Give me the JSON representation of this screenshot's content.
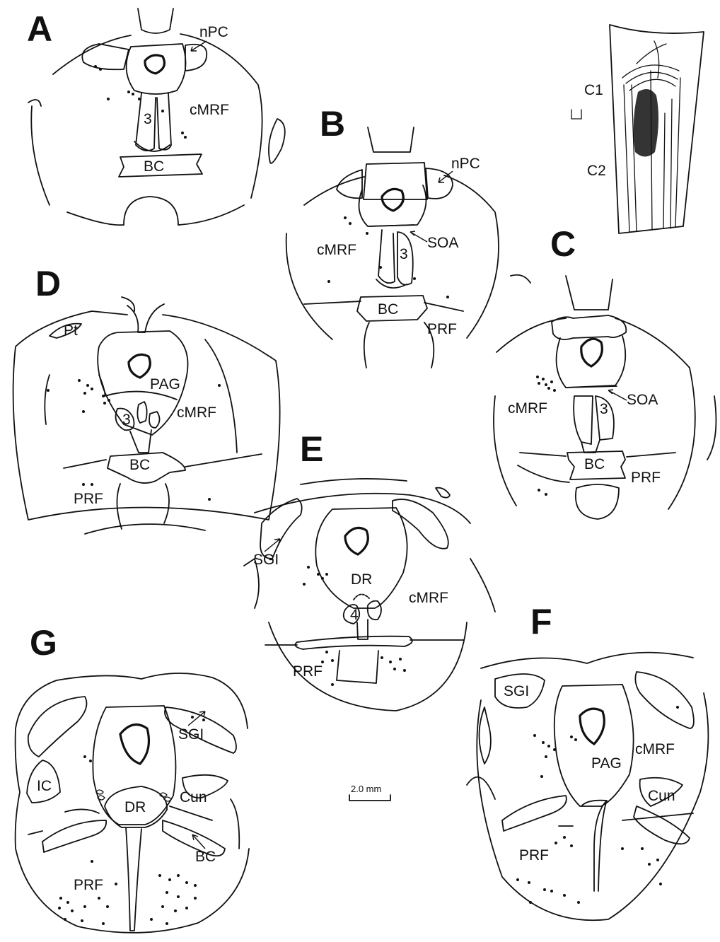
{
  "panels": {
    "A": {
      "letter": "A",
      "labels": {
        "npc": "nPC",
        "cmrf": "cMRF",
        "n3": "3",
        "bc": "BC"
      }
    },
    "B": {
      "letter": "B",
      "labels": {
        "npc": "nPC",
        "cmrf": "cMRF",
        "soa": "SOA",
        "n3": "3",
        "bc": "BC",
        "prf": "PRF"
      }
    },
    "C": {
      "letter": "C",
      "labels": {
        "cmrf": "cMRF",
        "soa": "SOA",
        "n3": "3",
        "bc": "BC",
        "prf": "PRF"
      }
    },
    "D": {
      "letter": "D",
      "labels": {
        "pt": "Pt",
        "pag": "PAG",
        "cmrf": "cMRF",
        "n3": "3",
        "bc": "BC",
        "prf": "PRF"
      }
    },
    "E": {
      "letter": "E",
      "labels": {
        "sgi": "SGI",
        "dr": "DR",
        "cmrf": "cMRF",
        "n4": "4",
        "prf": "PRF"
      }
    },
    "F": {
      "letter": "F",
      "labels": {
        "sgi": "SGI",
        "cmrf": "cMRF",
        "pag": "PAG",
        "cun": "Cun",
        "prf": "PRF"
      }
    },
    "G": {
      "letter": "G",
      "labels": {
        "sgi": "SGI",
        "ic": "IC",
        "dr": "DR",
        "cun": "Cun",
        "bc": "BC",
        "prf": "PRF"
      }
    }
  },
  "spinal_cord": {
    "c1": "C1",
    "c2": "C2"
  },
  "scale_bar": {
    "label": "2.0 mm"
  }
}
